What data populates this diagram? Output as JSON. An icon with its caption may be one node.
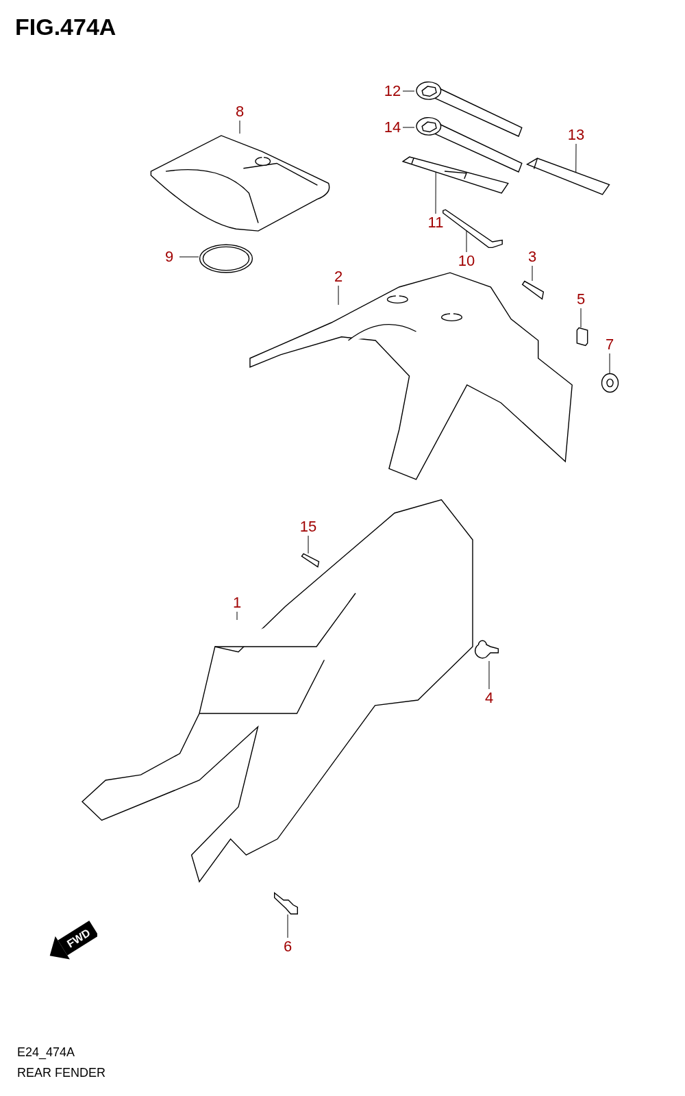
{
  "diagram": {
    "title": "FIG.474A",
    "nodes": [
      {
        "text": [
          "12"
        ]
      },
      {
        "text": [
          "8"
        ]
      },
      {
        "text": [
          "14"
        ]
      },
      {
        "text": [
          "13"
        ]
      },
      {
        "text": [
          "11"
        ]
      },
      {
        "text": [
          "9"
        ]
      },
      {
        "text": [
          "10"
        ]
      },
      {
        "text": [
          "3"
        ]
      },
      {
        "text": [
          "2"
        ]
      },
      {
        "text": [
          "5"
        ]
      },
      {
        "text": [
          "7"
        ]
      },
      {
        "text": [
          "15"
        ]
      },
      {
        "text": [
          "1"
        ]
      },
      {
        "text": [
          "4"
        ]
      },
      {
        "text": [
          "6"
        ]
      },
      {
        "text": [],
        "shape": "picture"
      },
      {
        "text": [],
        "shape": "picture"
      },
      {
        "text": [],
        "shape": "picture"
      },
      {
        "text": [],
        "shape": "picture"
      },
      {
        "text": [],
        "shape": "picture"
      },
      {
        "text": [],
        "shape": "picture"
      },
      {
        "text": [],
        "shape": "picture"
      },
      {
        "text": [],
        "shape": "box"
      },
      {
        "text": [],
        "shape": "picture"
      },
      {
        "text": [],
        "shape": "box"
      },
      {
        "text": [],
        "shape": "picture"
      },
      {
        "text": [],
        "shape": "box"
      },
      {
        "text": [],
        "shape": "picture"
      },
      {
        "text": [],
        "shape": "picture"
      },
      {
        "text": [],
        "shape": "picture"
      }
    ],
    "edges": [
      {
        "from": 0,
        "to": 15,
        "arrow": "none"
      },
      {
        "from": 1,
        "to": 16,
        "arrow": "none"
      },
      {
        "from": 2,
        "to": 17,
        "arrow": "none"
      },
      {
        "from": 3,
        "to": 18,
        "arrow": "none"
      },
      {
        "from": 4,
        "to": 19,
        "arrow": "none"
      },
      {
        "from": 5,
        "to": 20,
        "arrow": "none"
      },
      {
        "from": 6,
        "to": 21,
        "arrow": "none"
      },
      {
        "from": 7,
        "to": 22,
        "arrow": "none"
      },
      {
        "from": 8,
        "to": 23,
        "arrow": "none"
      },
      {
        "from": 9,
        "to": 24,
        "arrow": "none"
      },
      {
        "from": 10,
        "to": 25,
        "arrow": "none"
      },
      {
        "from": 11,
        "to": 26,
        "arrow": "none"
      },
      {
        "from": 12,
        "to": 27,
        "arrow": "none"
      },
      {
        "from": 13,
        "to": 28,
        "arrow": "none"
      },
      {
        "from": 14,
        "to": 29,
        "arrow": "none"
      }
    ],
    "labels": [
      "FWD",
      "E24_474A",
      "REAR FENDER"
    ]
  }
}
